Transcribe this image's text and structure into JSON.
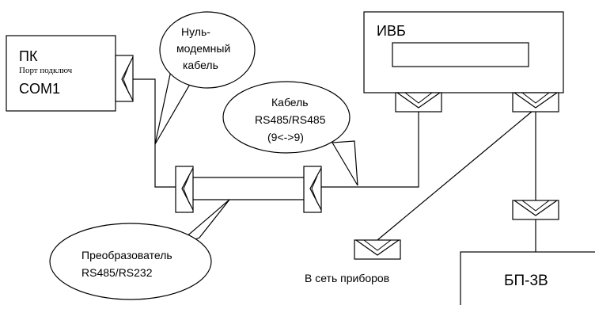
{
  "pc": {
    "title": "ПК",
    "port_label": "Порт подключ",
    "com_label": "COM1"
  },
  "ivb": {
    "title": "ИВБ"
  },
  "bp": {
    "title": "БП-3В"
  },
  "callouts": {
    "null_modem": {
      "line1": "Нуль-",
      "line2": "модемный",
      "line3": "кабель"
    },
    "cable": {
      "line1": "Кабель",
      "line2": "RS485/RS485",
      "line3": "(9<->9)"
    },
    "converter": {
      "line1": "Преобразователь",
      "line2": "RS485/RS232"
    }
  },
  "network_label": "В сеть приборов"
}
